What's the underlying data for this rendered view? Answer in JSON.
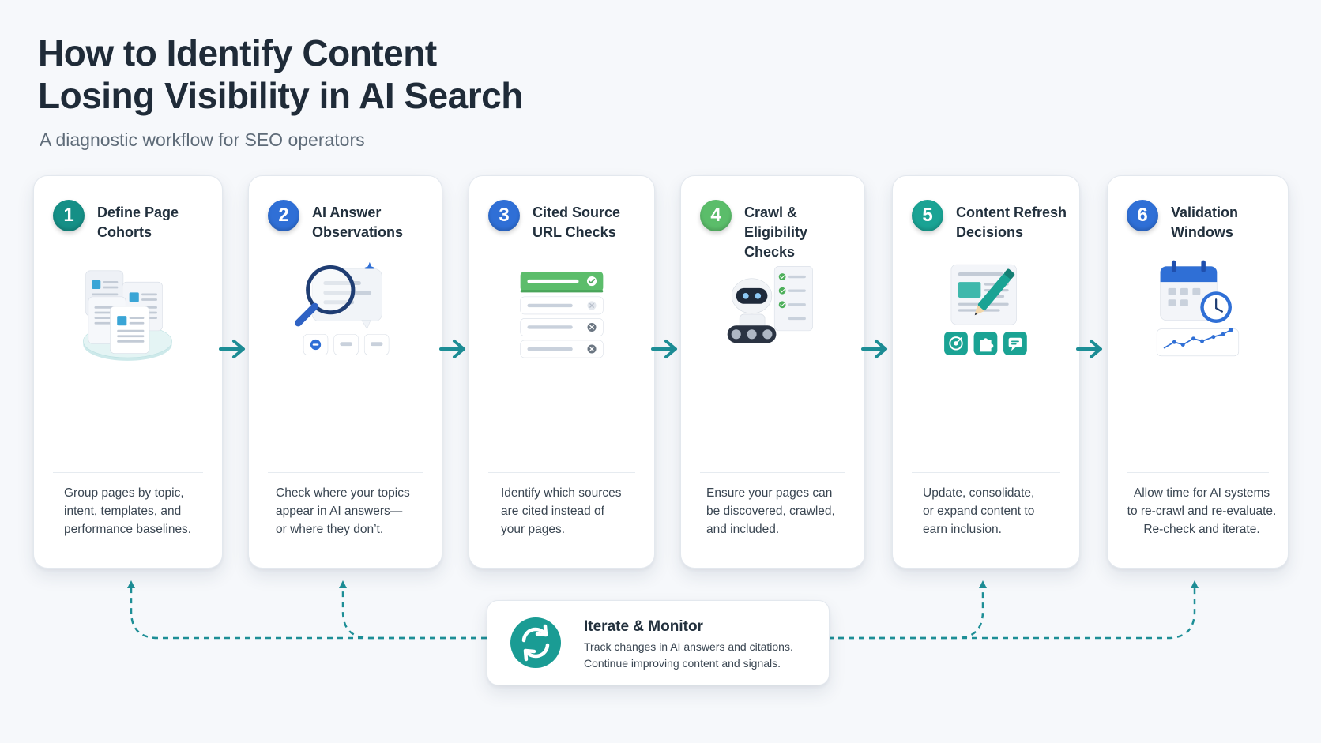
{
  "header": {
    "title_line1": "How to Identify Content",
    "title_line2": "Losing Visibility in AI Search",
    "subtitle": "A diagnostic workflow for SEO operators"
  },
  "colors": {
    "teal": "#1a9c94",
    "blue": "#2f6fd6",
    "green": "#5bbd6a",
    "arrow": "#1d8e96",
    "loop": "#1d8e96"
  },
  "steps": [
    {
      "number": "1",
      "badge_color": "#158f86",
      "title_line1": "Define Page",
      "title_line2": "Cohorts",
      "desc_line1": "Group pages by topic,",
      "desc_line2": "intent, templates, and",
      "desc_line3": "performance baselines.",
      "icon": "document-stack-icon"
    },
    {
      "number": "2",
      "badge_color": "#2f6fd6",
      "title_line1": "AI Answer",
      "title_line2": "Observations",
      "desc_line1": "Check where your topics",
      "desc_line2": "appear in AI answers—",
      "desc_line3": "or where they don’t.",
      "icon": "magnifier-chat-icon"
    },
    {
      "number": "3",
      "badge_color": "#2f6fd6",
      "title_line1": "Cited Source",
      "title_line2": "URL Checks",
      "desc_line1": "Identify which sources",
      "desc_line2": "are cited instead of",
      "desc_line3": "your pages.",
      "icon": "url-list-icon"
    },
    {
      "number": "4",
      "badge_color": "#5bbd6a",
      "title_line1": "Crawl & Eligibility",
      "title_line2": "Checks",
      "desc_line1": "Ensure your pages can",
      "desc_line2": "be discovered, crawled,",
      "desc_line3": "and included.",
      "icon": "crawler-robot-icon"
    },
    {
      "number": "5",
      "badge_color": "#1aa394",
      "title_line1": "Content Refresh",
      "title_line2": "Decisions",
      "desc_line1": "Update, consolidate,",
      "desc_line2": "or expand content to",
      "desc_line3": "earn inclusion.",
      "icon": "document-edit-icon"
    },
    {
      "number": "6",
      "badge_color": "#2f6fd6",
      "title_line1": "Validation",
      "title_line2": "Windows",
      "desc_line1": "Allow time for AI systems",
      "desc_line2": "to re-crawl and re-evaluate.",
      "desc_line3": "Re-check and iterate.",
      "icon": "calendar-clock-icon"
    }
  ],
  "monitor": {
    "title": "Iterate & Monitor",
    "desc_line1": "Track changes in AI answers and citations.",
    "desc_line2": "Continue improving content and signals.",
    "icon": "refresh-cycle-icon"
  }
}
